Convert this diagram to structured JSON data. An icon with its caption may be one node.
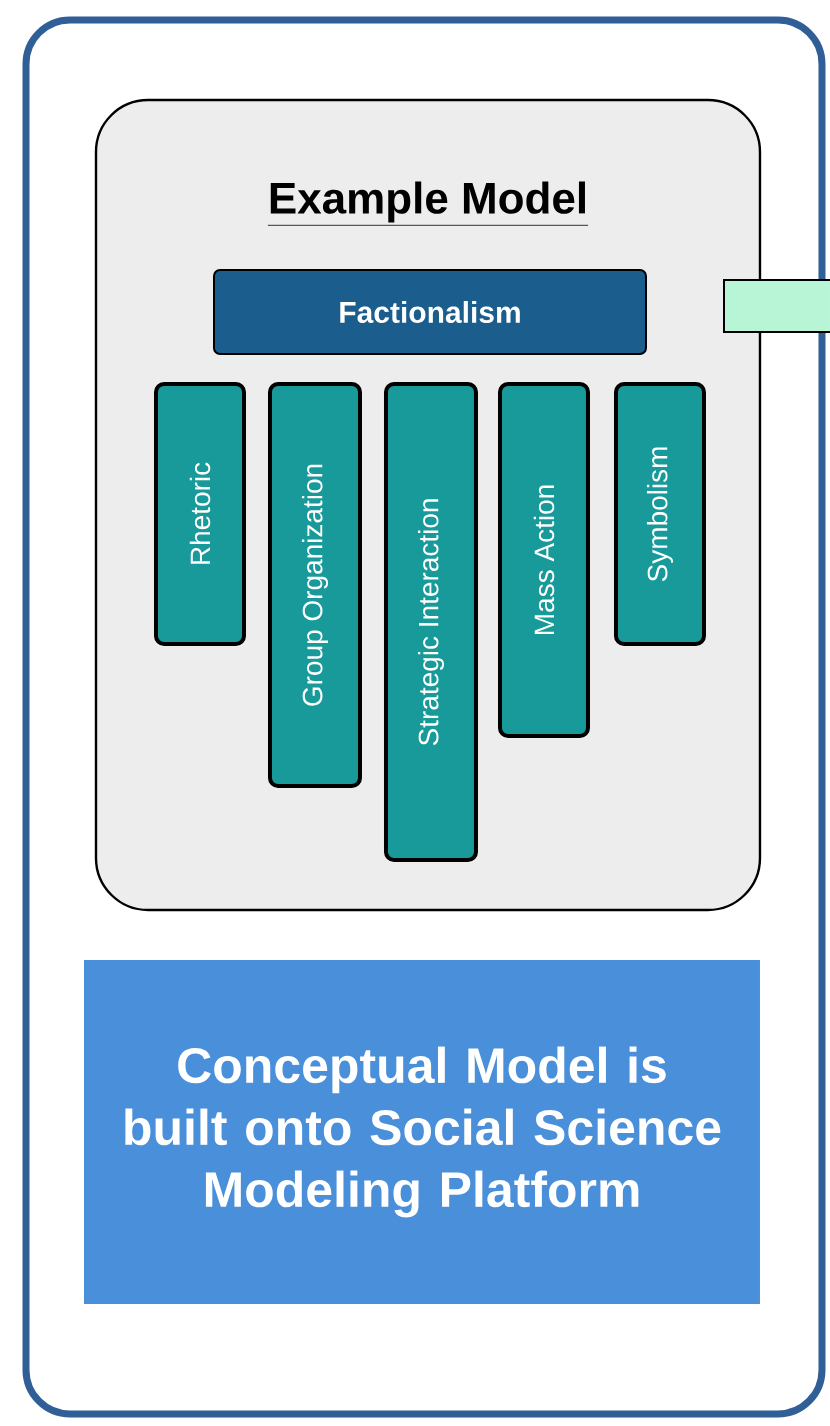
{
  "diagram": {
    "nodes": [
      {
        "text": [
          "Example Model"
        ]
      },
      {
        "text": [
          "Factionalism"
        ],
        "in": 0
      },
      {
        "text": [
          "Rhetoric"
        ],
        "in": 0
      },
      {
        "text": [
          "Group Organization"
        ],
        "in": 0
      },
      {
        "text": [
          "Strategic Interaction"
        ],
        "in": 0
      },
      {
        "text": [
          "Mass Action"
        ],
        "in": 0
      },
      {
        "text": [
          "Symbolism"
        ],
        "in": 0
      },
      {
        "text": [
          "Conceptual Model is built onto Social Science Modeling Platform"
        ]
      },
      {
        "text": [],
        "shape": "box"
      }
    ]
  }
}
